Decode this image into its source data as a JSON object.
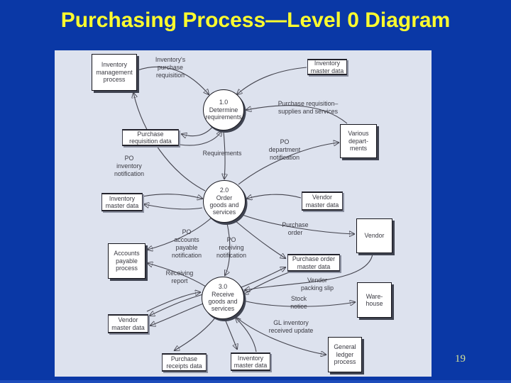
{
  "slide": {
    "title": "Purchasing Process—Level 0 Diagram",
    "page_number": "19",
    "colors": {
      "background": "#0a38a6",
      "title_text": "#fcfc2e",
      "panel_background": "#dde2ee",
      "page_number_text": "#d6e296",
      "diagram_ink": "#3a3a42"
    }
  },
  "diagram": {
    "processes": {
      "determine_requirements": "1.0\nDetermine\nrequirements",
      "order_goods_and_services": "2.0\nOrder\ngoods and\nservices",
      "receive_goods_and_services": "3.0\nReceive\ngoods and\nservices"
    },
    "entities": {
      "inventory_management_process": "Inventory\nmanagement\nprocess",
      "various_departments": "Various\ndepart-\nments",
      "vendor": "Vendor",
      "warehouse": "Ware-\nhouse",
      "general_ledger_process": "General\nledger\nprocess",
      "accounts_payable_process": "Accounts\npayable\nprocess"
    },
    "data_stores": {
      "purchase_requisition_data": "Purchase\nrequisition data",
      "inventory_master_data_top": "Inventory\nmaster data",
      "inventory_master_data_left": "Inventory\nmaster data",
      "vendor_master_data_right": "Vendor\nmaster data",
      "purchase_order_master_data": "Purchase order\nmaster data",
      "vendor_master_data_left": "Vendor\nmaster data",
      "purchase_receipts_data": "Purchase\nreceipts data",
      "inventory_master_data_bottom": "Inventory\nmaster data"
    },
    "flow_labels": {
      "inventorys_purchase_requisition": "Inventory's\npurchase\nrequisition",
      "requirements": "Requirements",
      "purchase_requisition_supplies_and_services": "Purchase requisition–\nsupplies and services",
      "po_department_notification": "PO\ndepartment\nnotification",
      "po_inventory_notification": "PO\ninventory\nnotification",
      "purchase_order": "Purchase\norder",
      "po_accounts_payable_notification": "PO\naccounts\npayable\nnotification",
      "po_receiving_notification": "PO\nreceiving\nnotification",
      "receiving_report": "Receiving\nreport",
      "vendor_packing_slip": "Vendor\npacking slip",
      "stock_notice": "Stock\nnotice",
      "gl_inventory_received_update": "GL inventory\nreceived update"
    }
  }
}
